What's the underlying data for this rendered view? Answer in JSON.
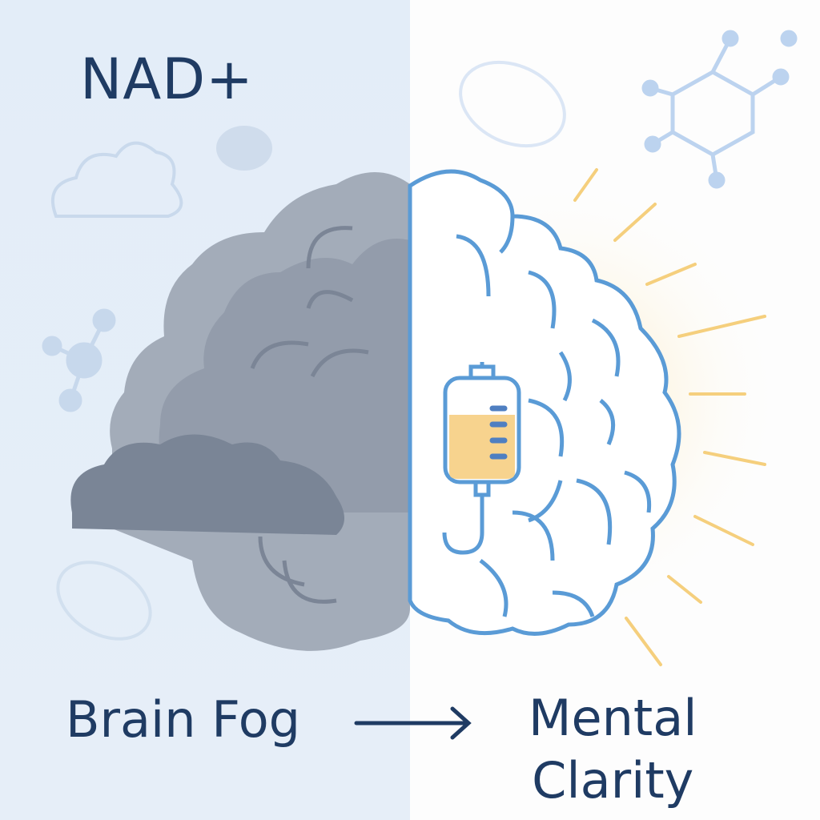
{
  "title": "NAD+",
  "left_label": "Brain Fog",
  "right_label_line1": "Mental",
  "right_label_line2": "Clarity",
  "colors": {
    "navy_text": "#1f3b63",
    "left_background": "#e3edf8",
    "fog_gray": "#8e97a6",
    "brain_outline": "#5a9bd6",
    "glow_yellow": "#f6cf7a",
    "iv_fluid": "#f7d38e"
  },
  "icons": [
    "fog-cloud-brain-icon",
    "clear-brain-icon",
    "iv-bag-icon",
    "arrow-right-icon",
    "molecule-icon",
    "mitochondria-icon",
    "cloud-icon"
  ]
}
